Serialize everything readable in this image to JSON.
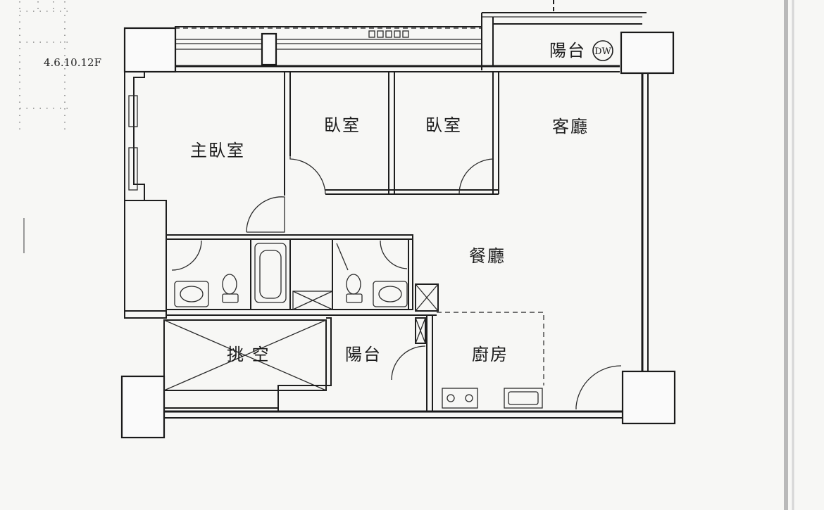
{
  "floor_label": "4.6.10.12F",
  "rooms": {
    "master_bedroom": "主臥室",
    "bedroom_1": "臥室",
    "bedroom_2": "臥室",
    "living_room": "客廳",
    "dining_room": "餐廳",
    "kitchen": "廚房",
    "void": "挑 空",
    "balcony_top": "陽台",
    "balcony_bottom": "陽台"
  },
  "fixtures": {
    "dw_mark": "DW"
  }
}
